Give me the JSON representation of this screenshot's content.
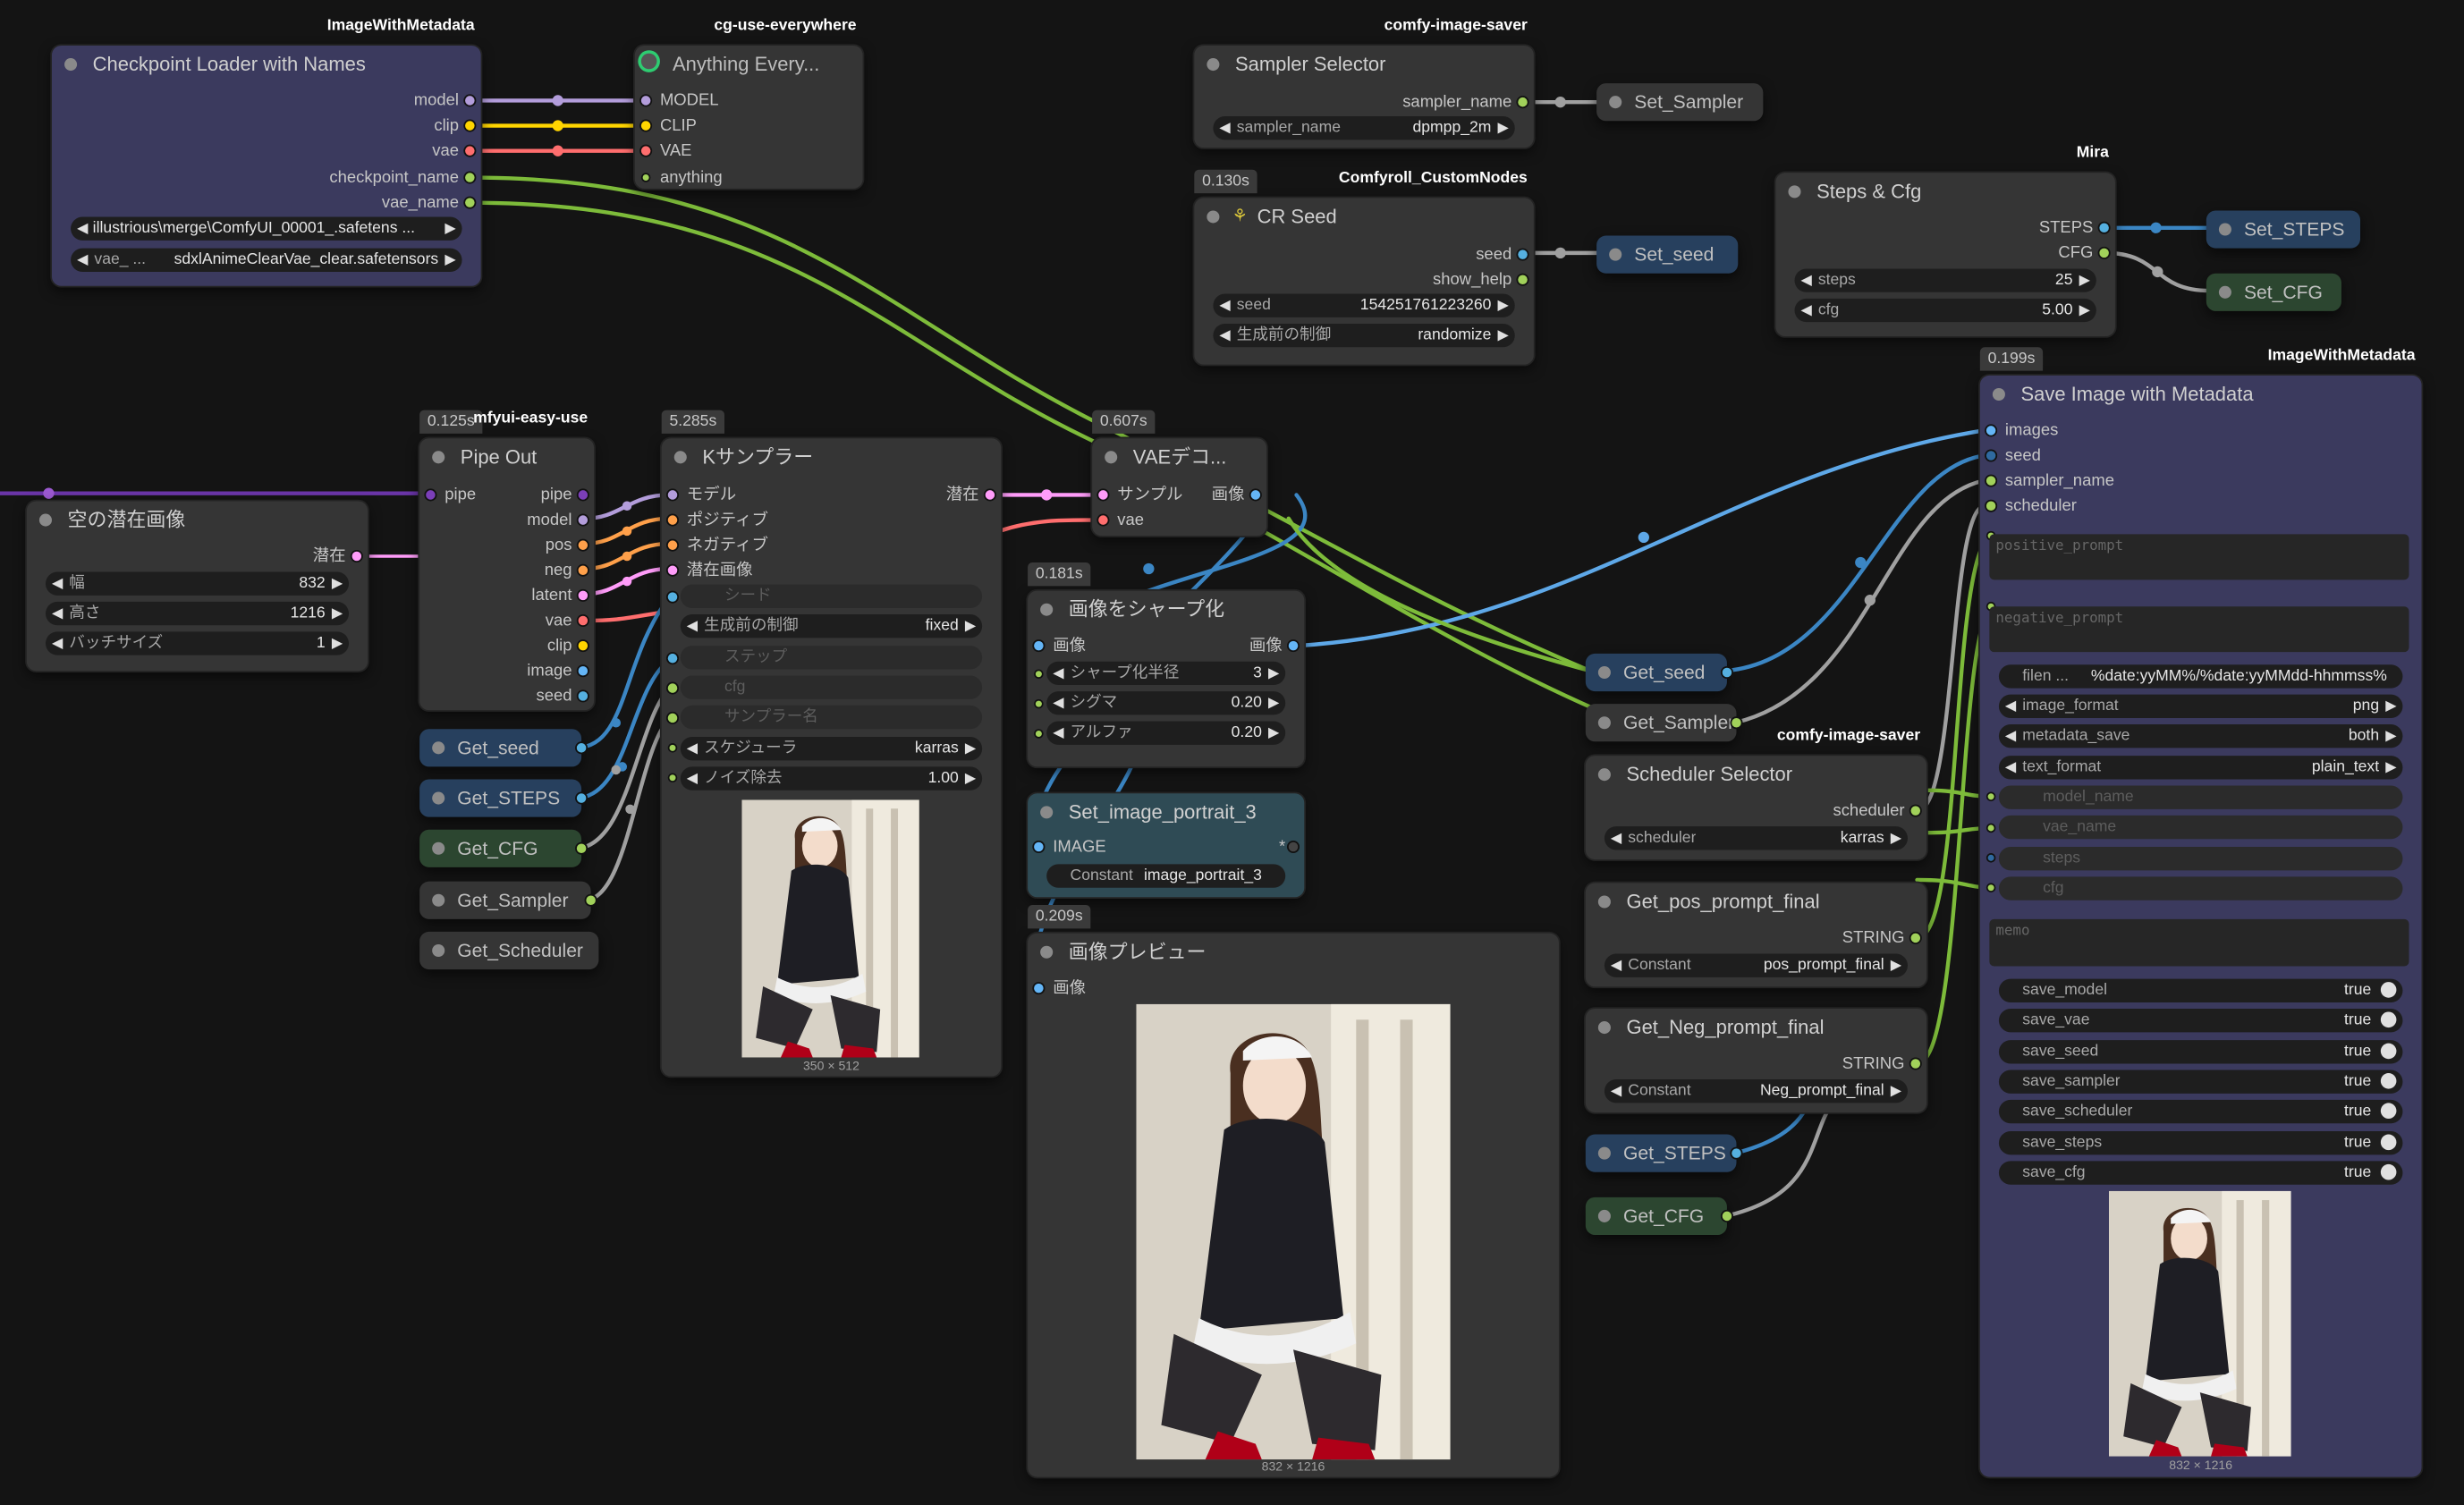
{
  "colors": {
    "model": "#b39ddb",
    "clip": "#ffd500",
    "vae": "#ff6e6e",
    "string": "#a1d15a",
    "int": "#55b0e0",
    "latent": "#ff9cf9",
    "image": "#64b5f6",
    "pipe": "#7b3fb8"
  },
  "checkpoint_loader": {
    "badge": "ImageWithMetadata",
    "title": "Checkpoint Loader with Names",
    "outputs": [
      "model",
      "clip",
      "vae",
      "checkpoint_name",
      "vae_name"
    ],
    "widget1": "illustrious\\merge\\ComfyUI_00001_.safetens ...",
    "widget2_label": "vae_ ...",
    "widget2_value": "sdxlAnimeClearVae_clear.safetensors"
  },
  "anything_everywhere": {
    "badge": "cg-use-everywhere",
    "title": "Anything Every...",
    "inputs": [
      "MODEL",
      "CLIP",
      "VAE",
      "anything"
    ]
  },
  "sampler_selector": {
    "badge": "comfy-image-saver",
    "title": "Sampler Selector",
    "output": "sampler_name",
    "widget_label": "sampler_name",
    "widget_value": "dpmpp_2m"
  },
  "set_sampler": {
    "title": "Set_Sampler"
  },
  "cr_seed": {
    "time": "0.130s",
    "badge": "Comfyroll_CustomNodes",
    "title": "CR Seed",
    "outputs": [
      "seed",
      "show_help"
    ],
    "seed_label": "seed",
    "seed_value": "154251761223260",
    "ctrl_label": "生成前の制御",
    "ctrl_value": "randomize"
  },
  "set_seed": {
    "title": "Set_seed"
  },
  "steps_cfg": {
    "badge": "Mira",
    "title": "Steps & Cfg",
    "outputs": [
      "STEPS",
      "CFG"
    ],
    "steps_label": "steps",
    "steps_value": "25",
    "cfg_label": "cfg",
    "cfg_value": "5.00"
  },
  "set_steps": {
    "title": "Set_STEPS"
  },
  "set_cfg": {
    "title": "Set_CFG"
  },
  "empty_latent": {
    "title": "空の潜在画像",
    "output": "潜在",
    "w_label": "幅",
    "w_value": "832",
    "h_label": "高さ",
    "h_value": "1216",
    "b_label": "バッチサイズ",
    "b_value": "1"
  },
  "pipe_out": {
    "time": "0.125s",
    "badge": "mfyui-easy-use",
    "title": "Pipe Out",
    "input": "pipe",
    "outputs": [
      "pipe",
      "model",
      "pos",
      "neg",
      "latent",
      "vae",
      "clip",
      "image",
      "seed"
    ]
  },
  "get_nodes_left": [
    "Get_seed",
    "Get_STEPS",
    "Get_CFG",
    "Get_Sampler",
    "Get_Scheduler"
  ],
  "ksampler": {
    "time": "5.285s",
    "title": "Kサンプラー",
    "inputs": [
      "モデル",
      "ポジティブ",
      "ネガティブ",
      "潜在画像"
    ],
    "output": "潜在",
    "w_seed": "シード",
    "w_ctrl_label": "生成前の制御",
    "w_ctrl_value": "fixed",
    "w_steps": "ステップ",
    "w_cfg": "cfg",
    "w_sampler": "サンプラー名",
    "w_sched_label": "スケジューラ",
    "w_sched_value": "karras",
    "w_denoise_label": "ノイズ除去",
    "w_denoise_value": "1.00",
    "caption": "350 × 512"
  },
  "vae_decode": {
    "time": "0.607s",
    "title": "VAEデコ...",
    "inputs": [
      "サンプル",
      "vae"
    ],
    "output": "画像"
  },
  "sharpen": {
    "time": "0.181s",
    "title": "画像をシャープ化",
    "input": "画像",
    "output": "画像",
    "r_label": "シャープ化半径",
    "r_value": "3",
    "s_label": "シグマ",
    "s_value": "0.20",
    "a_label": "アルファ",
    "a_value": "0.20"
  },
  "set_image": {
    "title": "Set_image_portrait_3",
    "input": "IMAGE",
    "c_label": "Constant",
    "c_value": "image_portrait_3"
  },
  "preview": {
    "time": "0.209s",
    "title": "画像プレビュー",
    "input": "画像",
    "caption": "832 × 1216"
  },
  "get_seed_mid": {
    "title": "Get_seed"
  },
  "get_sampler_mid": {
    "title": "Get_Sampler"
  },
  "scheduler_selector": {
    "badge": "comfy-image-saver",
    "title": "Scheduler Selector",
    "output": "scheduler",
    "widget_label": "scheduler",
    "widget_value": "karras"
  },
  "get_pos": {
    "title": "Get_pos_prompt_final",
    "output": "STRING",
    "c_label": "Constant",
    "c_value": "pos_prompt_final"
  },
  "get_neg": {
    "title": "Get_Neg_prompt_final",
    "output": "STRING",
    "c_label": "Constant",
    "c_value": "Neg_prompt_final"
  },
  "get_steps_mid": {
    "title": "Get_STEPS"
  },
  "get_cfg_mid": {
    "title": "Get_CFG"
  },
  "save_image": {
    "time": "0.199s",
    "badge": "ImageWithMetadata",
    "title": "Save Image with Metadata",
    "inputs": [
      "images",
      "seed",
      "sampler_name",
      "scheduler"
    ],
    "pos_placeholder": "positive_prompt",
    "neg_placeholder": "negative_prompt",
    "filen_label": "filen ...",
    "filen_value": "%date:yyMM%/%date:yyMMdd-hhmmss%",
    "fmt_label": "image_format",
    "fmt_value": "png",
    "meta_label": "metadata_save",
    "meta_value": "both",
    "txt_label": "text_format",
    "txt_value": "plain_text",
    "dim_widgets": [
      "model_name",
      "vae_name",
      "steps",
      "cfg"
    ],
    "memo_placeholder": "memo",
    "toggles": [
      {
        "label": "save_model",
        "value": "true"
      },
      {
        "label": "save_vae",
        "value": "true"
      },
      {
        "label": "save_seed",
        "value": "true"
      },
      {
        "label": "save_sampler",
        "value": "true"
      },
      {
        "label": "save_scheduler",
        "value": "true"
      },
      {
        "label": "save_steps",
        "value": "true"
      },
      {
        "label": "save_cfg",
        "value": "true"
      }
    ],
    "caption": "832 × 1216"
  }
}
